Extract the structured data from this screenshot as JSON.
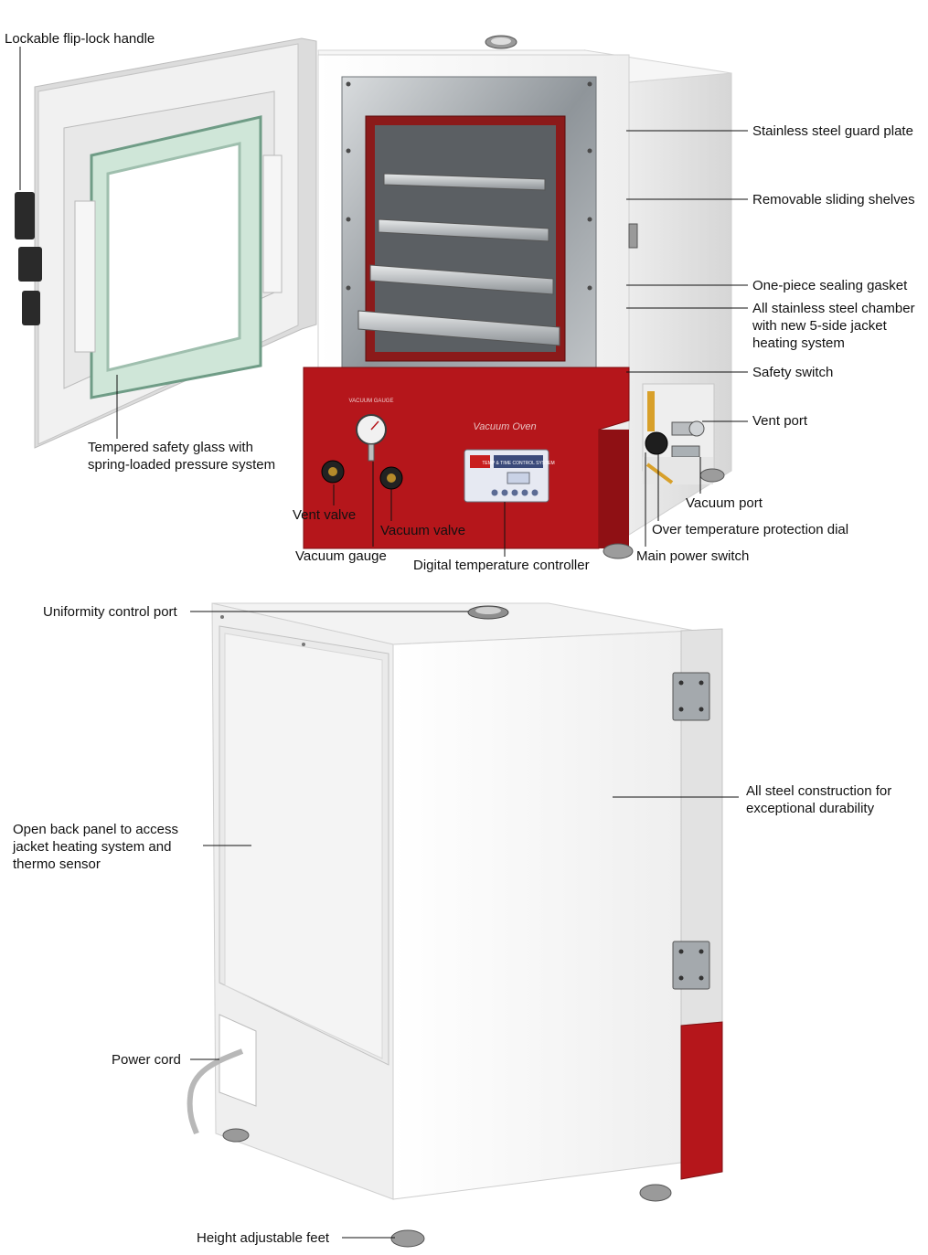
{
  "colors": {
    "cabinet_white": "#f2f2f2",
    "accent_red": "#b5161b",
    "glass_green": "#cfe6d8",
    "steel": "#9ea4a8"
  },
  "oven_front": {
    "brand": "Vacuum Oven",
    "panel_label": "TEMP & TIME CONTROL SYSTEM",
    "gauge_label": "VACUUM GAUGE"
  },
  "callouts": {
    "lockable_handle": "Lockable flip-lock handle",
    "guard_plate": "Stainless steel guard plate",
    "sliding_shelves": "Removable sliding shelves",
    "sealing_gasket": "One-piece sealing gasket",
    "chamber": "All stainless steel chamber\nwith new 5-side jacket\nheating system",
    "safety_switch": "Safety switch",
    "vent_port": "Vent port",
    "safety_glass": "Tempered safety glass with\nspring-loaded pressure system",
    "vacuum_port": "Vacuum port",
    "vent_valve": "Vent valve",
    "vacuum_valve": "Vacuum valve",
    "over_temp_dial": "Over temperature protection dial",
    "vacuum_gauge": "Vacuum gauge",
    "temp_controller": "Digital temperature controller",
    "main_power": "Main power switch",
    "uniformity_port": "Uniformity control port",
    "steel_construction": "All steel construction for\nexceptional durability",
    "back_panel": "Open back panel to access\njacket heating system and\nthermo sensor",
    "power_cord": "Power cord",
    "adjustable_feet": "Height adjustable feet"
  }
}
